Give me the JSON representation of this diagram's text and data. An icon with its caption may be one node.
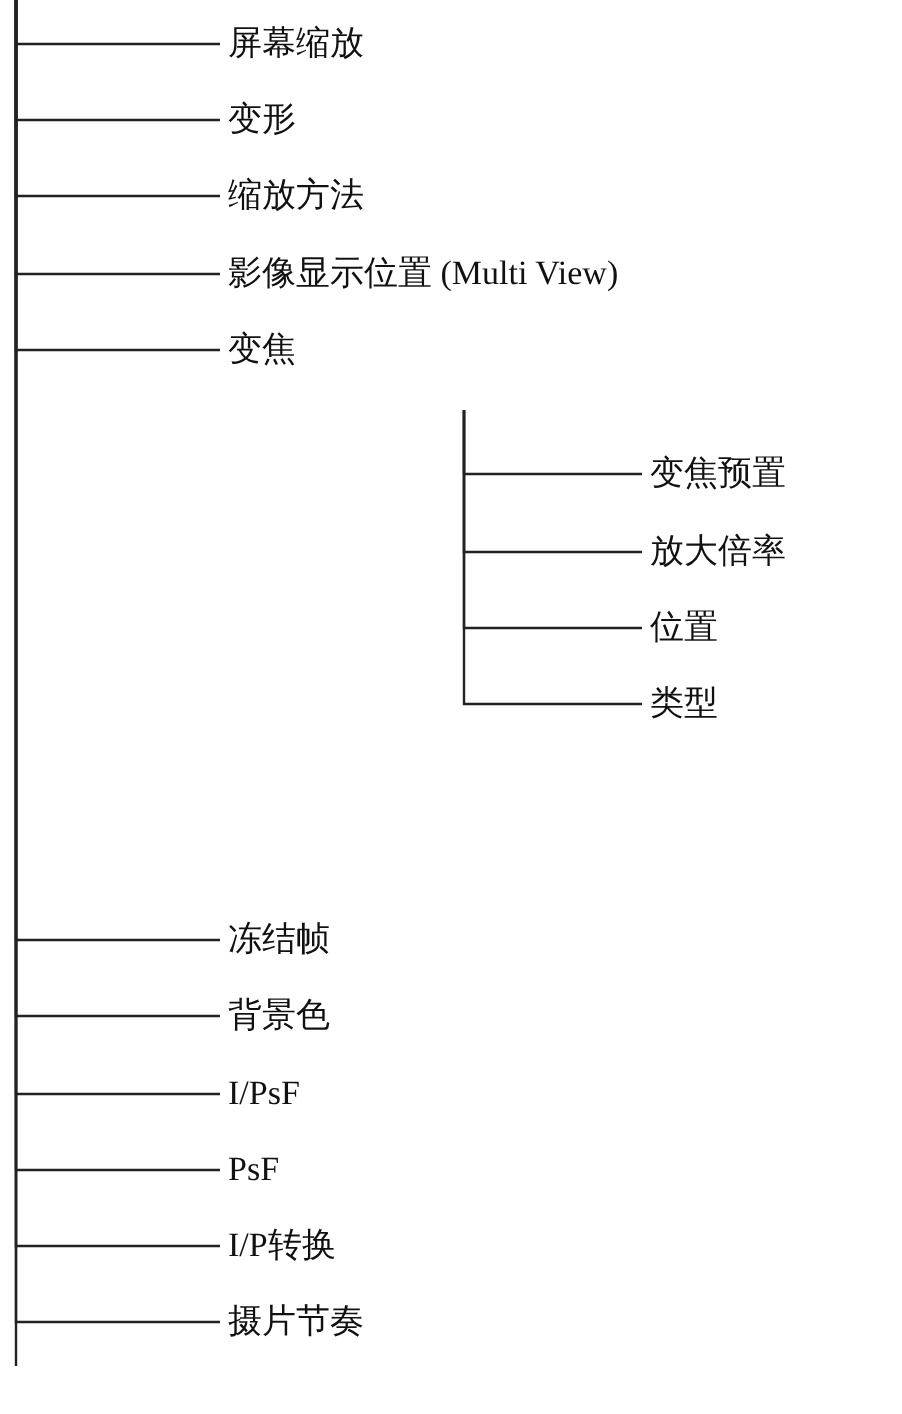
{
  "diagram": {
    "nodes": [
      {
        "text": [
          "屏幕缩放"
        ]
      },
      {
        "text": [
          "变形"
        ]
      },
      {
        "text": [
          "缩放方法"
        ]
      },
      {
        "text": [
          "影像显示位置 (Multi View)"
        ]
      },
      {
        "text": [
          "变焦"
        ]
      },
      {
        "text": [
          "变焦预置"
        ]
      },
      {
        "text": [
          "放大倍率"
        ]
      },
      {
        "text": [
          "位置"
        ]
      },
      {
        "text": [
          "类型"
        ]
      },
      {
        "text": [
          "冻结帧"
        ]
      },
      {
        "text": [
          "背景色"
        ]
      },
      {
        "text": [
          "I/PsF"
        ]
      },
      {
        "text": [
          "PsF"
        ]
      },
      {
        "text": [
          "I/P转换"
        ]
      },
      {
        "text": [
          "摄片节奏"
        ]
      }
    ],
    "edges": [
      {
        "from": null,
        "to": 0,
        "arrow": "none"
      },
      {
        "from": null,
        "to": 1,
        "arrow": "none"
      },
      {
        "from": null,
        "to": 2,
        "arrow": "none"
      },
      {
        "from": null,
        "to": 3,
        "arrow": "none"
      },
      {
        "from": null,
        "to": 4,
        "arrow": "none"
      },
      {
        "from": null,
        "to": 5,
        "arrow": "none"
      },
      {
        "from": null,
        "to": 6,
        "arrow": "none"
      },
      {
        "from": null,
        "to": 7,
        "arrow": "none"
      },
      {
        "from": null,
        "to": 8,
        "arrow": "none"
      },
      {
        "from": null,
        "to": 9,
        "arrow": "none"
      },
      {
        "from": null,
        "to": 10,
        "arrow": "none"
      },
      {
        "from": null,
        "to": 11,
        "arrow": "none"
      },
      {
        "from": null,
        "to": 12,
        "arrow": "none"
      },
      {
        "from": null,
        "to": 13,
        "arrow": "none"
      },
      {
        "from": null,
        "to": 14,
        "arrow": "none"
      }
    ]
  }
}
